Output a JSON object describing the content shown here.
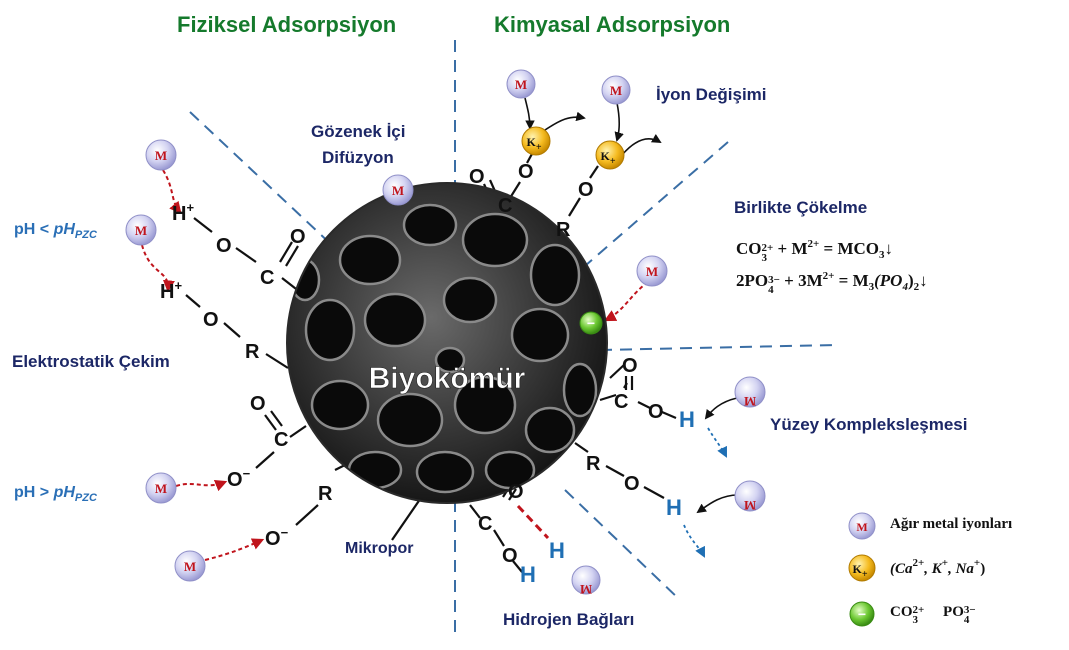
{
  "headings": {
    "physical": "Fiziksel Adsorpsiyon",
    "chemical": "Kimyasal Adsorpsiyon"
  },
  "mechanisms": {
    "pore_diffusion_1": "Gözenek İçi",
    "pore_diffusion_2": "Difüzyon",
    "ion_exchange": "İyon Değişimi",
    "coprecipitation": "Birlikte Çökelme",
    "electrostatic": "Elektrostatik Çekim",
    "surface_complex": "Yüzey Kompleksleşmesi",
    "hydrogen_bonds": "Hidrojen Bağları",
    "micropore": "Mikropor"
  },
  "conditions": {
    "low": {
      "prefix": "pH <",
      "var": "pH",
      "sub": "PZC"
    },
    "high": {
      "prefix": "pH >",
      "var": "pH",
      "sub": "PZC"
    }
  },
  "center_label": "Biyokömür",
  "equations": {
    "eq1": {
      "a": "CO",
      "a_sub": "3",
      "a_sup": "2+",
      "plus": "+ M",
      "m_sup": "2+",
      "eq": "= MCO",
      "p_sub": "3",
      "arrow": "↓"
    },
    "eq2": {
      "a": "2PO",
      "a_sub": "4",
      "a_sup": "3−",
      "plus": "+ 3M",
      "m_sup": "2+",
      "eq": "= M",
      "m_sub": "3",
      "paren": "(PO",
      "paren_sub": "4",
      "close": ")",
      "close_sub": "2",
      "arrow": "↓"
    }
  },
  "legend": {
    "metal": "Ağır metal iyonları",
    "cation_open": "(Ca",
    "cation_ca_sup": "2+",
    "cation_k": ", K",
    "cation_k_sup": "+",
    "cation_na": ", Na",
    "cation_na_sup": "+",
    "cation_close": ")",
    "anion1": "CO",
    "anion1_sub": "3",
    "anion1_sup": "2+",
    "anion2": "PO",
    "anion2_sub": "4",
    "anion2_sup": "3−"
  },
  "symbols": {
    "metal": "M",
    "metal_inverted": "M",
    "potassium": "K",
    "potassium_sign": "+",
    "anion_sign": "−",
    "h_plus": "H",
    "h_plus_sign": "+",
    "h": "H",
    "o": "O",
    "o_minus": "O",
    "o_minus_sign": "−",
    "c": "C",
    "r": "R"
  },
  "colors": {
    "heading_green": "#157a2c",
    "label_navy": "#1c2766",
    "label_blue": "#2a6fb6",
    "divider": "#3a6ea5",
    "metal_ion": "#c8c8ee",
    "metal_letter": "#c0141c",
    "potassium_ion": "#f0b418",
    "anion_ion": "#5fbf2a",
    "arrow_red": "#c0141c",
    "hydrogen_blue": "#1f6fb4"
  }
}
